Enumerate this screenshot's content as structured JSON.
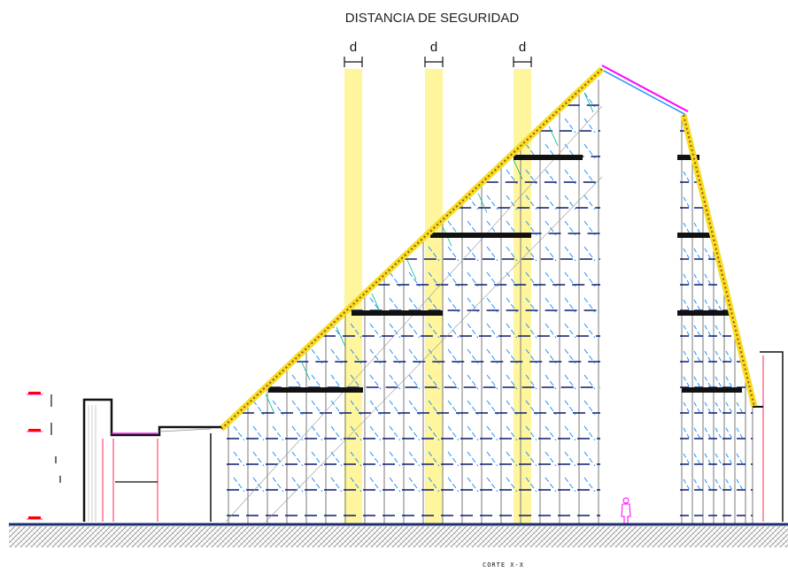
{
  "drawing": {
    "title": "DISTANCIA DE SEGURIDAD",
    "dimension_label": "d",
    "caption": "CORTE  X-X"
  },
  "colors": {
    "safety_band": "#fff59d",
    "roof_edge": "#f0e020",
    "scaffold_frame": "#7a7a7a",
    "scaffold_brace": "#1e90ff",
    "ledger": "#0a1a6e",
    "platform": "#111111",
    "ground": "#1a2f6b",
    "hatch": "#8a8a8a",
    "accent": "#ff00ff"
  }
}
